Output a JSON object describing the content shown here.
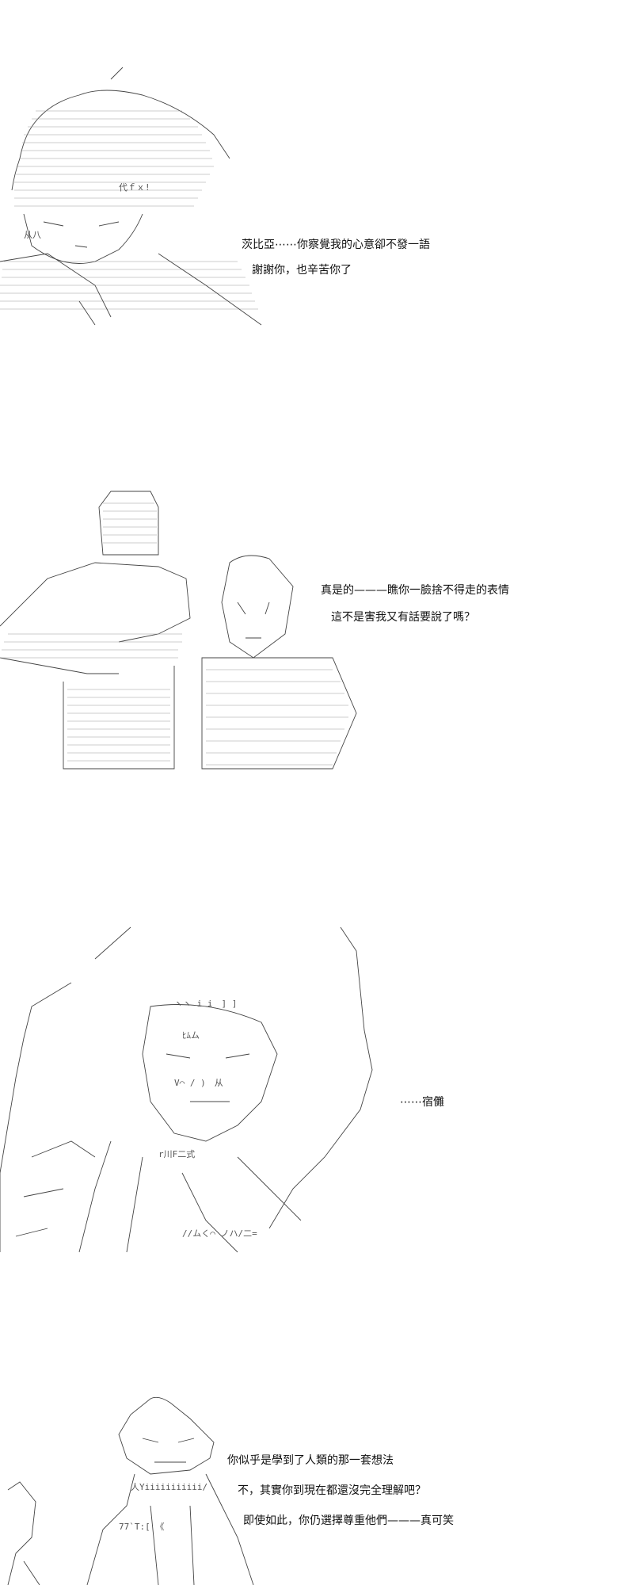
{
  "panels": [
    {
      "id": "panel-1",
      "lines": [
        "茨比亞⋯⋯你察覺我的心意卻不發一語",
        "謝謝你，也辛苦你了"
      ]
    },
    {
      "id": "panel-2",
      "lines": [
        "真是的———瞧你一臉捨不得走的表情",
        "這不是害我又有話要說了嗎？"
      ]
    },
    {
      "id": "panel-3",
      "lines": [
        "⋯⋯宿儺"
      ]
    },
    {
      "id": "panel-4",
      "lines": [
        "你似乎是學到了人類的那一套想法",
        "不，其實你到現在都還沒完全理解吧？",
        "即使如此，你仍選擇尊重他們———真可笑"
      ]
    }
  ]
}
